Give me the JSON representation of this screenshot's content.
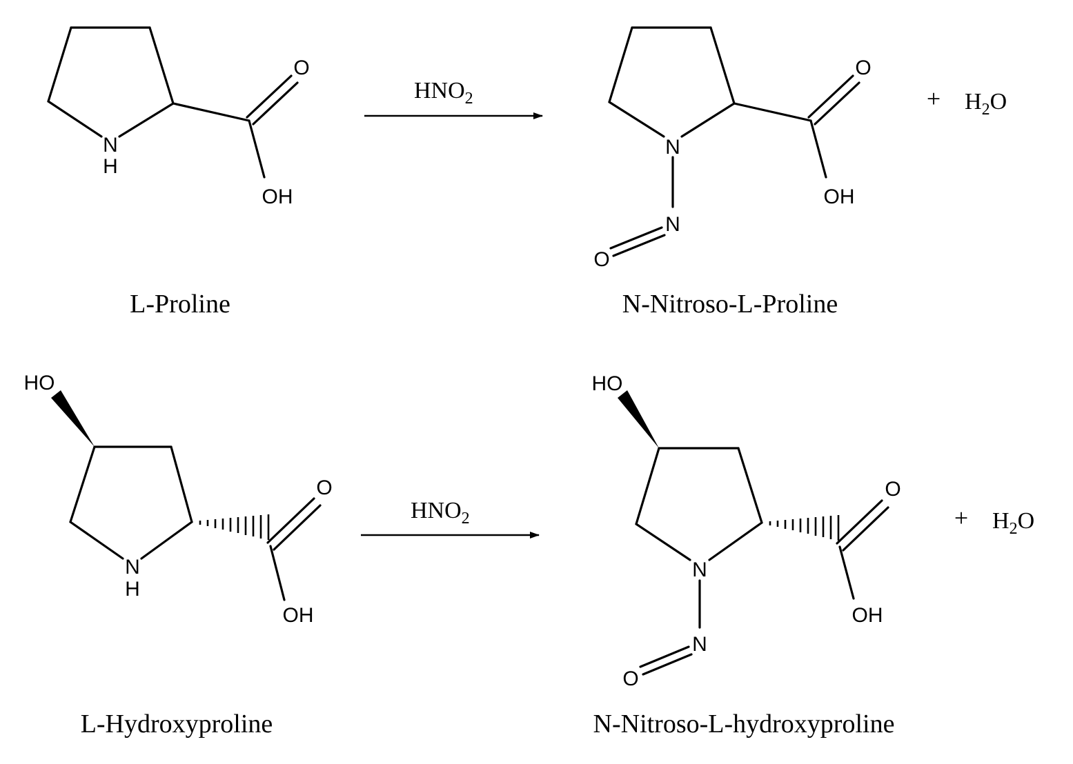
{
  "reactions": [
    {
      "reactant": {
        "name": "L-Proline",
        "atoms": {
          "ring_n": "N",
          "ring_n_h": "H",
          "carbonyl_o": "O",
          "hydroxyl": "OH"
        }
      },
      "reagent": {
        "main": "HNO",
        "subscript": "2"
      },
      "product": {
        "name": "N-Nitroso-L-Proline",
        "atoms": {
          "ring_n": "N",
          "nitroso_n": "N",
          "nitroso_o": "O",
          "carbonyl_o": "O",
          "hydroxyl": "OH"
        }
      },
      "byproduct": {
        "plus": "+",
        "main": "H",
        "subscript": "2",
        "tail": "O"
      }
    },
    {
      "reactant": {
        "name": "L-Hydroxyproline",
        "atoms": {
          "ring_n": "N",
          "ring_n_h": "H",
          "carbonyl_o": "O",
          "hydroxyl": "OH",
          "ring_hydroxyl": "HO"
        }
      },
      "reagent": {
        "main": "HNO",
        "subscript": "2"
      },
      "product": {
        "name": "N-Nitroso-L-hydroxyproline",
        "atoms": {
          "ring_n": "N",
          "nitroso_n": "N",
          "nitroso_o": "O",
          "carbonyl_o": "O",
          "hydroxyl": "OH",
          "ring_hydroxyl": "HO"
        }
      },
      "byproduct": {
        "plus": "+",
        "main": "H",
        "subscript": "2",
        "tail": "O"
      }
    }
  ]
}
